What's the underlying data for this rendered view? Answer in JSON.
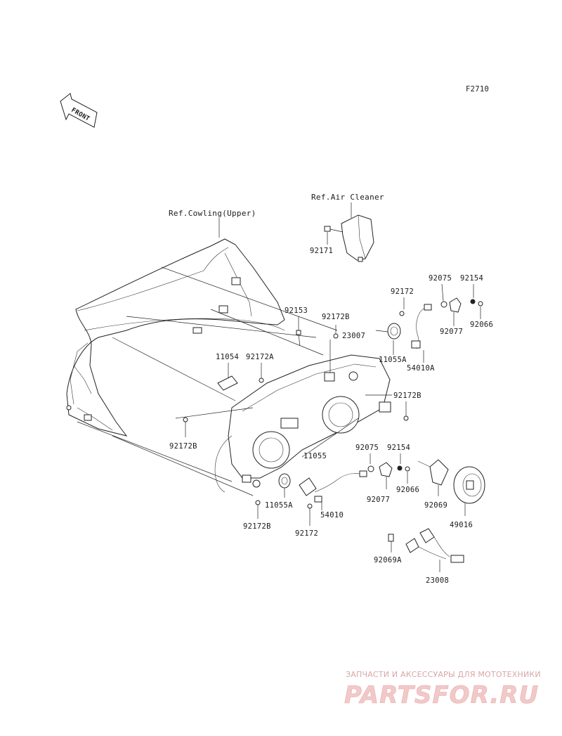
{
  "figure_code": "F2710",
  "front_arrow": "FRONT",
  "references": {
    "cowling": "Ref.Cowling(Upper)",
    "air_cleaner": "Ref.Air Cleaner"
  },
  "parts": {
    "p92171": "92171",
    "p92153": "92153",
    "p92172b_top": "92172B",
    "p23007": "23007",
    "p11054": "11054",
    "p92172a": "92172A",
    "p92172_top": "92172",
    "p92075_top": "92075",
    "p92154_top": "92154",
    "p92077_top": "92077",
    "p92066_top": "92066",
    "p11055a_top": "11055A",
    "p54010a": "54010A",
    "p92172b_right": "92172B",
    "p92172b_left": "92172B",
    "p11055": "11055",
    "p92075_bot": "92075",
    "p92154_bot": "92154",
    "p92066_bot": "92066",
    "p92077_bot": "92077",
    "p92069": "92069",
    "p49016": "49016",
    "p11055a_bot": "11055A",
    "p54010": "54010",
    "p92172b_bot": "92172B",
    "p92172_bot": "92172",
    "p92069a": "92069A",
    "p23008": "23008"
  },
  "watermark": {
    "tagline": "ЗАПЧАСТИ И АКСЕССУАРЫ ДЛЯ МОТОТЕХНИКИ",
    "site": "PARTSFOR.RU"
  }
}
